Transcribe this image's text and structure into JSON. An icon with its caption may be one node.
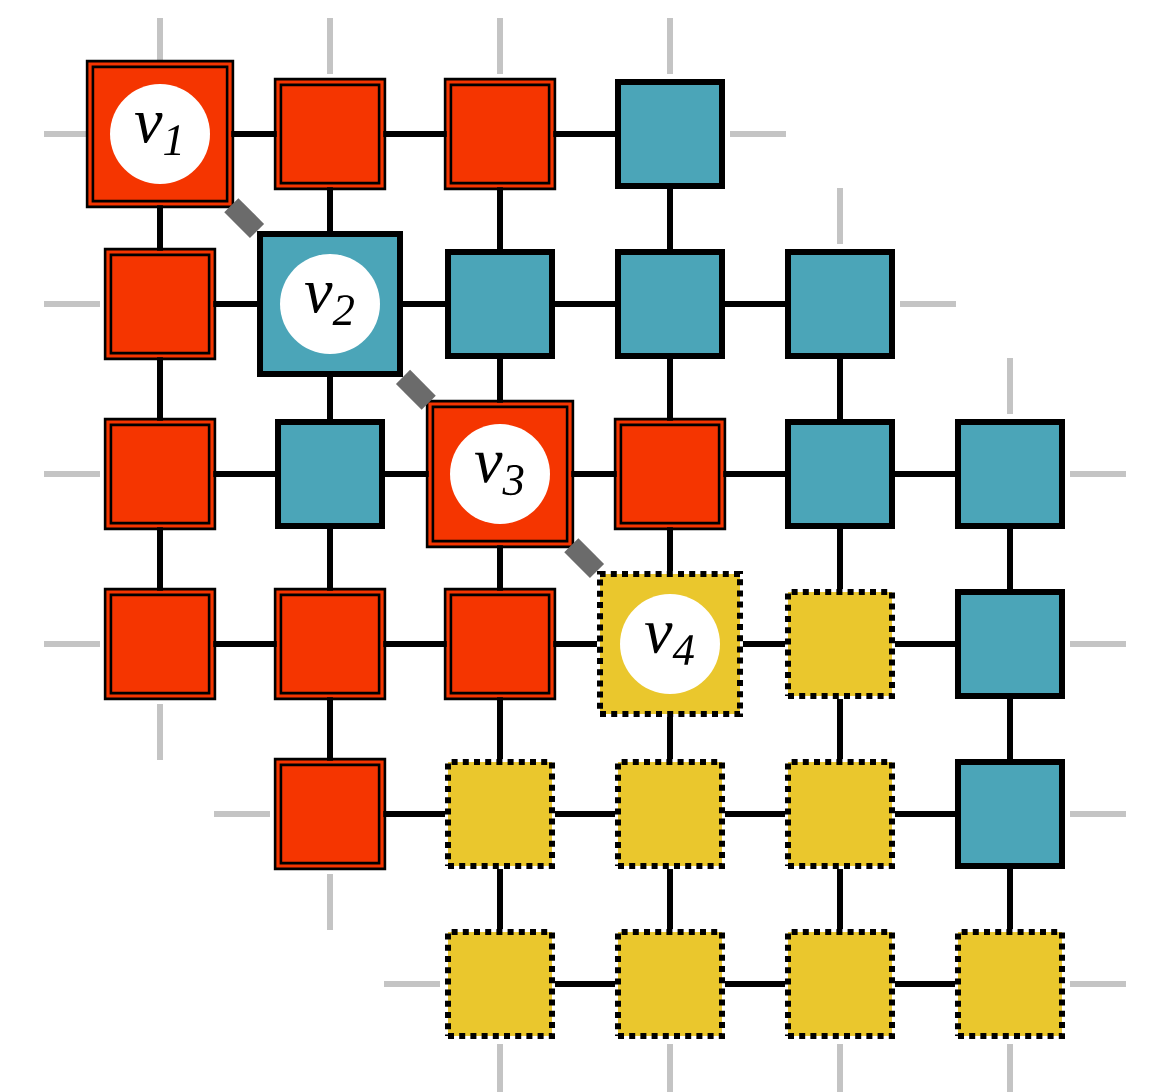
{
  "diagram": {
    "nodes": [
      {
        "text": [
          "v$_{1}$"
        ]
      },
      {
        "text": [],
        "shape": "box"
      },
      {
        "text": [],
        "shape": "box"
      },
      {
        "text": [],
        "shape": "box"
      },
      {
        "text": [],
        "shape": "box"
      },
      {
        "text": [
          "v$_{2}$"
        ]
      },
      {
        "text": [],
        "shape": "box"
      },
      {
        "text": [],
        "shape": "box"
      },
      {
        "text": [],
        "shape": "box"
      },
      {
        "text": [],
        "shape": "box"
      },
      {
        "text": [],
        "shape": "box"
      },
      {
        "text": [
          "v$_{3}$"
        ]
      },
      {
        "text": [],
        "shape": "box"
      },
      {
        "text": [],
        "shape": "box"
      },
      {
        "text": [],
        "shape": "box"
      },
      {
        "text": [],
        "shape": "box"
      },
      {
        "text": [],
        "shape": "box"
      },
      {
        "text": [],
        "shape": "box"
      },
      {
        "text": [
          "v$_{4}$"
        ]
      },
      {
        "text": [],
        "shape": "box"
      },
      {
        "text": [],
        "shape": "box"
      },
      {
        "text": [],
        "shape": "box"
      },
      {
        "text": [],
        "shape": "box"
      },
      {
        "text": [],
        "shape": "box"
      },
      {
        "text": [],
        "shape": "box"
      },
      {
        "text": [],
        "shape": "box"
      },
      {
        "text": [],
        "shape": "box"
      },
      {
        "text": [],
        "shape": "box"
      },
      {
        "text": [],
        "shape": "box"
      },
      {
        "text": [],
        "shape": "box"
      }
    ],
    "edges": [
      {
        "from": 0,
        "to": 1,
        "arrow": "none"
      },
      {
        "from": 1,
        "to": 2,
        "arrow": "none"
      },
      {
        "from": 2,
        "to": 3,
        "arrow": "none"
      },
      {
        "from": 4,
        "to": 5,
        "arrow": "none"
      },
      {
        "from": 5,
        "to": 6,
        "arrow": "none"
      },
      {
        "from": 6,
        "to": 7,
        "arrow": "none"
      },
      {
        "from": 7,
        "to": 8,
        "arrow": "none"
      },
      {
        "from": 9,
        "to": 10,
        "arrow": "none"
      },
      {
        "from": 10,
        "to": 11,
        "arrow": "none"
      },
      {
        "from": 11,
        "to": 12,
        "arrow": "none"
      },
      {
        "from": 12,
        "to": 13,
        "arrow": "none"
      },
      {
        "from": 13,
        "to": 14,
        "arrow": "none"
      },
      {
        "from": 15,
        "to": 16,
        "arrow": "none"
      },
      {
        "from": 16,
        "to": 17,
        "arrow": "none"
      },
      {
        "from": 17,
        "to": 18,
        "arrow": "none"
      },
      {
        "from": 18,
        "to": 19,
        "arrow": "none"
      },
      {
        "from": 19,
        "to": 20,
        "arrow": "none"
      },
      {
        "from": 21,
        "to": 22,
        "arrow": "none"
      },
      {
        "from": 22,
        "to": 23,
        "arrow": "none"
      },
      {
        "from": 23,
        "to": 24,
        "arrow": "none"
      },
      {
        "from": 24,
        "to": 25,
        "arrow": "none"
      },
      {
        "from": 26,
        "to": 27,
        "arrow": "none"
      },
      {
        "from": 27,
        "to": 28,
        "arrow": "none"
      },
      {
        "from": 28,
        "to": 29,
        "arrow": "none"
      },
      {
        "from": 0,
        "to": 4,
        "arrow": "none"
      },
      {
        "from": 4,
        "to": 9,
        "arrow": "none"
      },
      {
        "from": 9,
        "to": 15,
        "arrow": "none"
      },
      {
        "from": 1,
        "to": 5,
        "arrow": "none"
      },
      {
        "from": 5,
        "to": 10,
        "arrow": "none"
      },
      {
        "from": 10,
        "to": 16,
        "arrow": "none"
      },
      {
        "from": 16,
        "to": 21,
        "arrow": "none"
      },
      {
        "from": 2,
        "to": 6,
        "arrow": "none"
      },
      {
        "from": 6,
        "to": 11,
        "arrow": "none"
      },
      {
        "from": 11,
        "to": 17,
        "arrow": "none"
      },
      {
        "from": 17,
        "to": 22,
        "arrow": "none"
      },
      {
        "from": 22,
        "to": 26,
        "arrow": "none"
      },
      {
        "from": 3,
        "to": 7,
        "arrow": "none"
      },
      {
        "from": 7,
        "to": 12,
        "arrow": "none"
      },
      {
        "from": 12,
        "to": 18,
        "arrow": "none"
      },
      {
        "from": 18,
        "to": 23,
        "arrow": "none"
      },
      {
        "from": 23,
        "to": 27,
        "arrow": "none"
      },
      {
        "from": 8,
        "to": 13,
        "arrow": "none"
      },
      {
        "from": 13,
        "to": 19,
        "arrow": "none"
      },
      {
        "from": 19,
        "to": 24,
        "arrow": "none"
      },
      {
        "from": 24,
        "to": 28,
        "arrow": "none"
      },
      {
        "from": 14,
        "to": 20,
        "arrow": "none"
      },
      {
        "from": 20,
        "to": 25,
        "arrow": "none"
      },
      {
        "from": 25,
        "to": 29,
        "arrow": "none"
      },
      {
        "from": 0,
        "to": 5,
        "arrow": "none",
        "style": "thick",
        "color": "#6b6b6b"
      },
      {
        "from": 5,
        "to": 11,
        "arrow": "none",
        "style": "thick",
        "color": "#6b6b6b"
      },
      {
        "from": 11,
        "to": 18,
        "arrow": "none",
        "style": "thick",
        "color": "#6b6b6b"
      }
    ]
  }
}
